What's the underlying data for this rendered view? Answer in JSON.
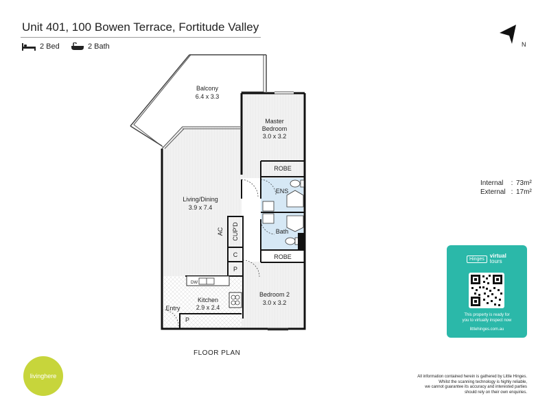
{
  "header": {
    "title": "Unit 401, 100 Bowen Terrace, Fortitude Valley",
    "beds": "2 Bed",
    "baths": "2 Bath"
  },
  "compass": {
    "label": "N"
  },
  "areas": {
    "internal_label": "Internal",
    "internal_value": "73m²",
    "external_label": "External",
    "external_value": "17m²",
    "separator": ":"
  },
  "rooms": {
    "balcony": {
      "name": "Balcony",
      "size": "6.4 x 3.3"
    },
    "master": {
      "name1": "Master",
      "name2": "Bedroom",
      "size": "3.0 x 3.2"
    },
    "robe1": "ROBE",
    "ens": "ENS",
    "bath": "Bath",
    "robe2": "ROBE",
    "living": {
      "name": "Living/Dining",
      "size": "3.9 x 7.4"
    },
    "cupd": "CUP'D",
    "ac": "AC",
    "c": "C",
    "p1": "P",
    "kitchen": {
      "name": "Kitchen",
      "size": "2.9 x 2.4"
    },
    "entry": "Entry",
    "p2": "P",
    "bedroom2": {
      "name": "Bedroom 2",
      "size": "3.0 x 3.2"
    },
    "dw": "DW"
  },
  "caption": "FLOOR PLAN",
  "card": {
    "logo_box": "Hinges",
    "logo_word1": "virtual",
    "logo_word2": "tours",
    "text1": "This property is ready for",
    "text2": "you to virtually inspect now",
    "url": "littlehinges.com.au"
  },
  "badge": "livinghere",
  "disclaimer": {
    "line1": "All information contained herein is gathered by Little Hinges.",
    "line2": "Whilst the scanning technology is highly reliable,",
    "line3": "we cannot guarantee its accuracy and interested parties",
    "line4": "should rely on their own enquiries."
  },
  "colors": {
    "brand_teal": "#2bb8a9",
    "badge_green": "#c7d53b",
    "wet_area": "#d6e8f5"
  }
}
